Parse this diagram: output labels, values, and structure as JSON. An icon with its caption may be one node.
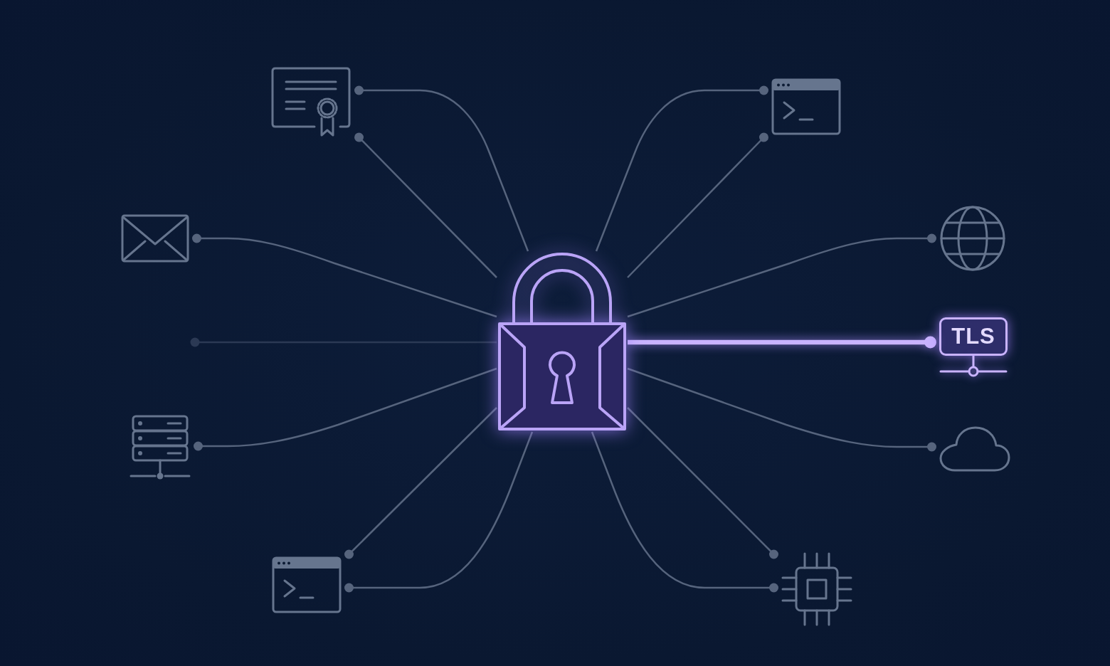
{
  "diagram": {
    "nodes": [
      {
        "text": [],
        "shape": "picture"
      },
      {
        "text": [],
        "shape": "picture"
      },
      {
        "text": [],
        "shape": "picture"
      },
      {
        "text": [],
        "shape": "picture"
      },
      {
        "text": [],
        "shape": "picture"
      },
      {
        "text": [
          "TLS"
        ]
      },
      {
        "text": [],
        "shape": "picture"
      },
      {
        "text": [],
        "shape": "cloud"
      },
      {
        "text": [],
        "shape": "picture"
      },
      {
        "text": [],
        "shape": "picture"
      }
    ],
    "edges": [
      {
        "from": 4,
        "to": 0,
        "arrow": "other"
      },
      {
        "from": 4,
        "to": 0,
        "arrow": "other"
      },
      {
        "from": 4,
        "to": 1,
        "arrow": "other"
      },
      {
        "from": 4,
        "to": 1,
        "arrow": "other"
      },
      {
        "from": 4,
        "to": 2,
        "arrow": "other"
      },
      {
        "from": 4,
        "to": 3,
        "arrow": "other"
      },
      {
        "from": 4,
        "to": null,
        "arrow": "other",
        "color": "#2b3954"
      },
      {
        "from": 4,
        "to": 5,
        "arrow": "other",
        "style": "thick",
        "color": "#c9b3ff"
      },
      {
        "from": 4,
        "to": 6,
        "arrow": "other"
      },
      {
        "from": 4,
        "to": 7,
        "arrow": "other"
      },
      {
        "from": 4,
        "to": 8,
        "arrow": "other"
      },
      {
        "from": 4,
        "to": 8,
        "arrow": "other"
      },
      {
        "from": 4,
        "to": 9,
        "arrow": "other"
      },
      {
        "from": 4,
        "to": 9,
        "arrow": "other"
      }
    ]
  }
}
